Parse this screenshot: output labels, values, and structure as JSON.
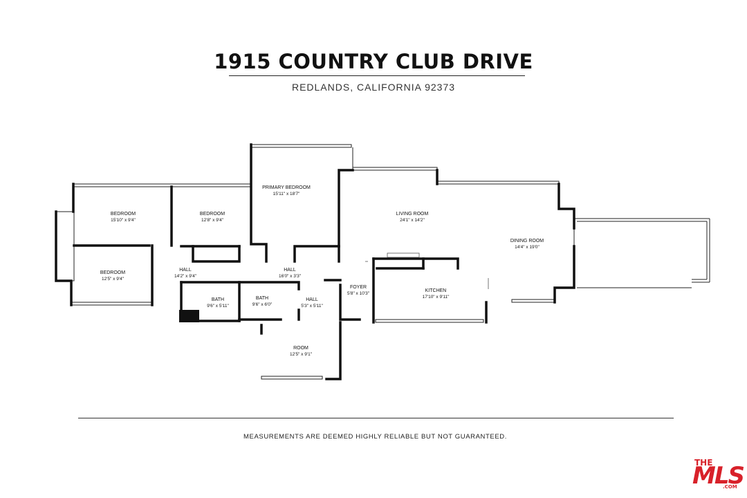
{
  "header": {
    "title": "1915 COUNTRY CLUB DRIVE",
    "subtitle": "REDLANDS, CALIFORNIA 92373"
  },
  "rooms": [
    {
      "name": "PRIMARY BEDROOM",
      "dims": "15'11\" x 18'7\""
    },
    {
      "name": "BEDROOM",
      "dims": "15'10\" x 9'4\""
    },
    {
      "name": "BEDROOM",
      "dims": "12'8\" x 9'4\""
    },
    {
      "name": "BEDROOM",
      "dims": "12'5\" x 9'4\""
    },
    {
      "name": "HALL",
      "dims": "14'2\" x 9'4\""
    },
    {
      "name": "HALL",
      "dims": "16'0\" x 3'3\""
    },
    {
      "name": "BATH",
      "dims": "9'6\" x 5'11\""
    },
    {
      "name": "BATH",
      "dims": "9'6\" x 6'0\""
    },
    {
      "name": "HALL",
      "dims": "5'3\" x 5'11\""
    },
    {
      "name": "FOYER",
      "dims": "5'8\" x 10'3\""
    },
    {
      "name": "LIVING ROOM",
      "dims": "24'1\" x 14'2\""
    },
    {
      "name": "KITCHEN",
      "dims": "17'10\" x 9'11\""
    },
    {
      "name": "DINING ROOM",
      "dims": "14'4\" x 19'0\""
    },
    {
      "name": "ROOM",
      "dims": "12'5\" x 9'1\""
    }
  ],
  "footer": {
    "disclaimer": "MEASUREMENTS ARE DEEMED HIGHLY RELIABLE BUT NOT GUARANTEED."
  },
  "logo": {
    "the": "THE",
    "mls": "MLS",
    "com": ".COM",
    "color": "#d8212a"
  }
}
